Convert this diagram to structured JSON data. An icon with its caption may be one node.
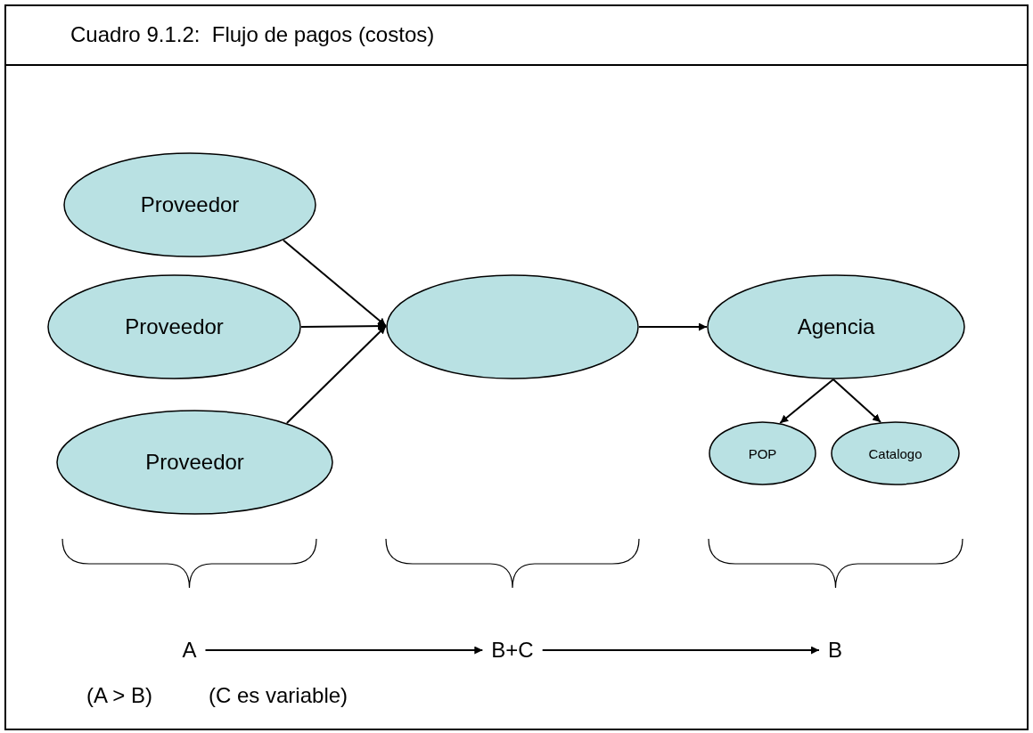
{
  "diagram": {
    "title": "Cuadro 9.1.2:  Flujo de pagos (costos)",
    "nodes": [
      {
        "text": [
          "Proveedor"
        ]
      },
      {
        "text": [
          "Proveedor"
        ]
      },
      {
        "text": [
          "Proveedor"
        ]
      },
      {
        "text": [],
        "shape": "circle"
      },
      {
        "text": [
          "Agencia"
        ]
      },
      {
        "text": [
          "POP"
        ]
      },
      {
        "text": [
          "Catalogo"
        ]
      },
      {
        "text": [
          "A"
        ]
      },
      {
        "text": [
          "B+C"
        ]
      },
      {
        "text": [
          "B"
        ]
      }
    ],
    "edges": [
      {
        "from": 0,
        "to": 3,
        "arrow": "to"
      },
      {
        "from": 1,
        "to": 3,
        "arrow": "to"
      },
      {
        "from": 2,
        "to": 3,
        "arrow": "to"
      },
      {
        "from": 3,
        "to": 4,
        "arrow": "to"
      },
      {
        "from": 4,
        "to": 5,
        "arrow": "to"
      },
      {
        "from": 4,
        "to": 6,
        "arrow": "to"
      },
      {
        "from": 7,
        "to": 8,
        "arrow": "to"
      },
      {
        "from": 8,
        "to": 9,
        "arrow": "to"
      }
    ],
    "labels": [
      "(A > B)",
      "(C es variable)"
    ]
  }
}
